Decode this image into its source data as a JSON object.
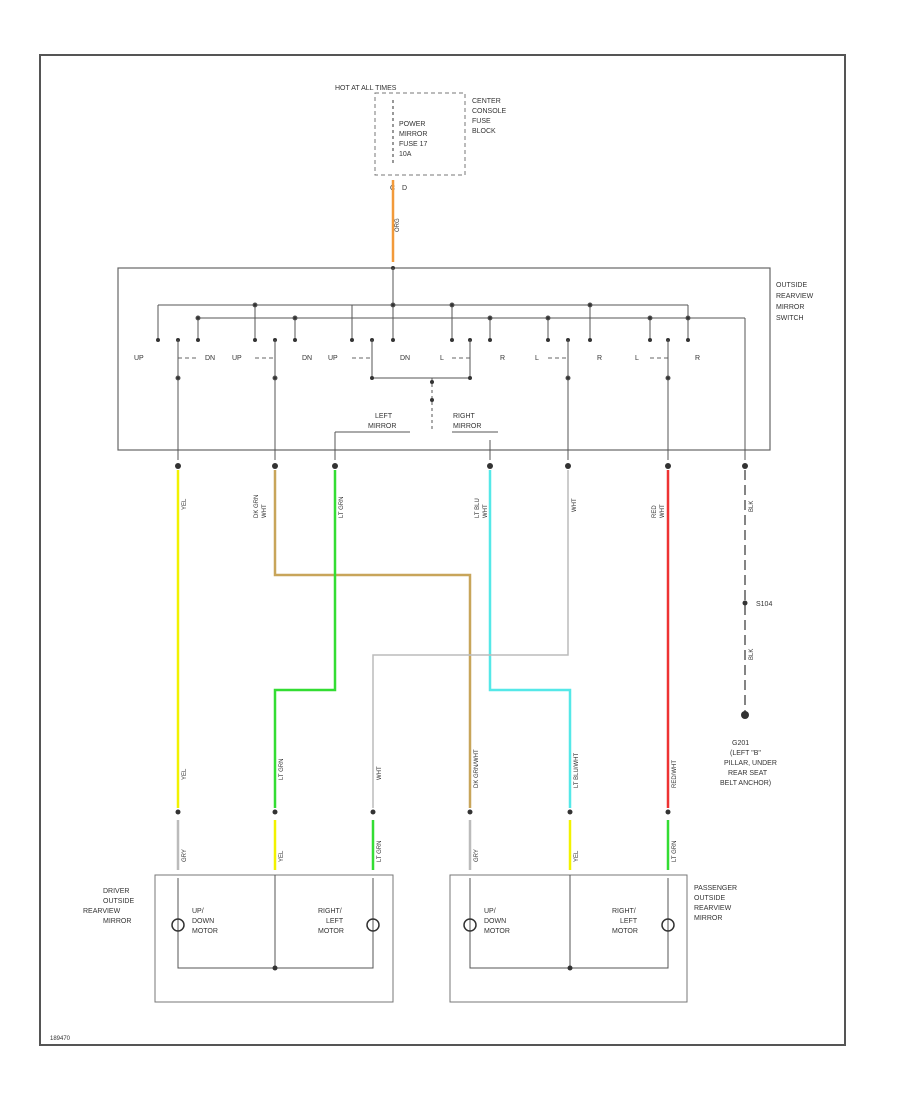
{
  "fuse_block": {
    "hot_label": "HOT AT ALL TIMES",
    "name_lines": [
      "CENTER",
      "CONSOLE",
      "FUSE",
      "BLOCK"
    ],
    "fuse_lines": [
      "POWER",
      "MIRROR",
      "FUSE 17",
      "10A"
    ],
    "pins": [
      "C",
      "D"
    ]
  },
  "supply_wire": "ORG",
  "switch": {
    "name_lines": [
      "OUTSIDE",
      "REARVIEW",
      "MIRROR",
      "SWITCH"
    ],
    "contact_labels": [
      "UP",
      "DN",
      "UP",
      "DN",
      "UP",
      "DN",
      "L",
      "R",
      "L",
      "R",
      "L",
      "R"
    ],
    "left_mirror": [
      "LEFT",
      "MIRROR"
    ],
    "right_mirror": [
      "RIGHT",
      "MIRROR"
    ]
  },
  "wires": {
    "w1": "YEL",
    "w2": [
      "DK GRN",
      "WHT"
    ],
    "w3": [
      "LT GRN"
    ],
    "w4": [
      "LT BLU",
      "WHT"
    ],
    "w5": [
      "WHT"
    ],
    "w6": [
      "RED",
      "WHT"
    ],
    "w7": [
      "BLK"
    ],
    "lower": [
      "YEL",
      "LT GRN",
      "WHT",
      "DK GRN/WHT",
      "LT BLU/WHT",
      "RED/WHT"
    ]
  },
  "ground": {
    "splice": "S104",
    "wire": "BLK",
    "name_lines": [
      "G201",
      "(LEFT \"B\"",
      "PILLAR, UNDER",
      "REAR SEAT",
      "BELT ANCHOR)"
    ]
  },
  "driver_mirror": {
    "label_lines": [
      "DRIVER",
      "OUTSIDE",
      "REARVIEW",
      "MIRROR"
    ],
    "motor1_lines": [
      "UP/",
      "DOWN",
      "MOTOR"
    ],
    "motor2_lines": [
      "RIGHT/",
      "LEFT",
      "MOTOR"
    ],
    "wire_labels": [
      "GRY",
      "YEL",
      "LT GRN"
    ]
  },
  "passenger_mirror": {
    "label_lines": [
      "PASSENGER",
      "OUTSIDE",
      "REARVIEW",
      "MIRROR"
    ],
    "motor1_lines": [
      "UP/",
      "DOWN",
      "MOTOR"
    ],
    "motor2_lines": [
      "RIGHT/",
      "LEFT",
      "MOTOR"
    ],
    "wire_labels": [
      "GRY",
      "YEL",
      "LT GRN"
    ]
  },
  "figure_id": "189470",
  "colors": {
    "border": "#555555",
    "orange": "#f29a3a",
    "yellow": "#f2f200",
    "tan": "#c8a55a",
    "green": "#33dd33",
    "cyan": "#55e8e8",
    "white_wire": "#bbbbbb",
    "red": "#ee3333",
    "black": "#333333"
  }
}
